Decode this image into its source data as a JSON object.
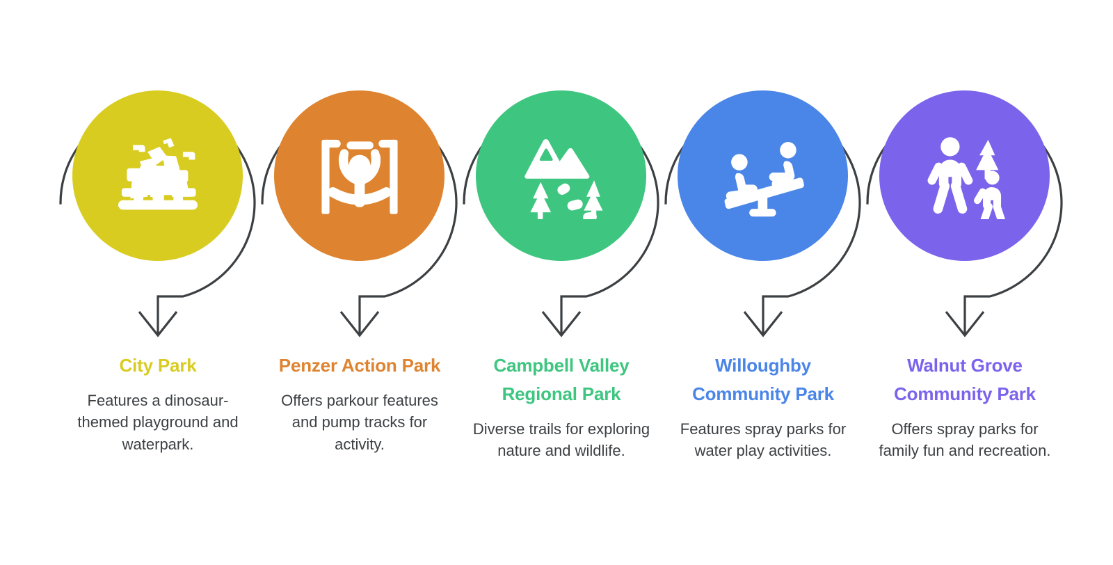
{
  "infographic": {
    "type": "process-circles",
    "background_color": "#FFFFFF",
    "outline_color": "#3C4043",
    "description_color": "#3C4043",
    "icon_color": "#FFFFFF"
  },
  "cards": [
    {
      "title": "City Park",
      "description": "Features a dinosaur-themed playground and waterpark.",
      "color": "#D9CC20",
      "icon": "playground-structure-icon"
    },
    {
      "title": "Penzer Action Park",
      "description": "Offers parkour features and pump tracks for activity.",
      "color": "#DE8430",
      "icon": "parkour-bars-icon"
    },
    {
      "title": "Campbell Valley Regional Park",
      "description": "Diverse trails for exploring nature and wildlife.",
      "color": "#3EC680",
      "icon": "mountain-trail-icon"
    },
    {
      "title": "Willoughby Community Park",
      "description": "Features spray parks for water play activities.",
      "color": "#4A85E8",
      "icon": "seesaw-icon"
    },
    {
      "title": "Walnut Grove Community Park",
      "description": "Offers spray parks for family fun and recreation.",
      "color": "#7B63EC",
      "icon": "family-walking-icon"
    }
  ]
}
